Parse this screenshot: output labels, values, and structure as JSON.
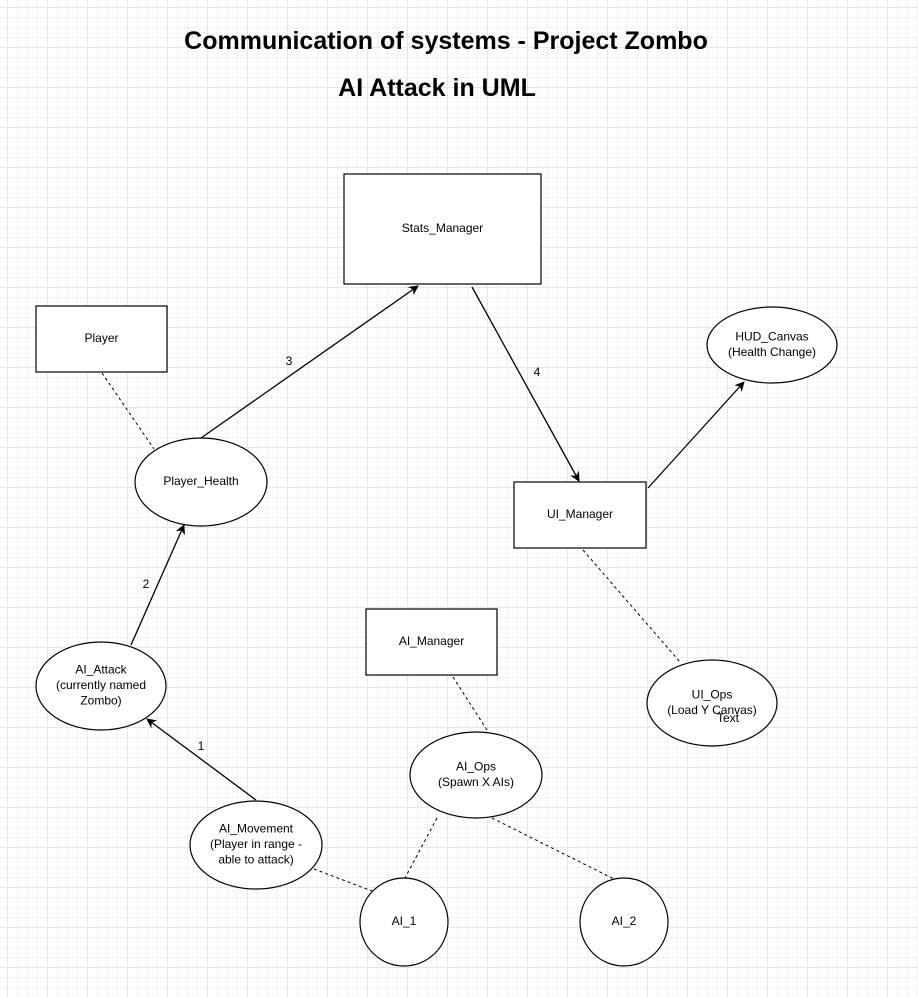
{
  "titles": {
    "main": "Communication of systems - Project Zombo",
    "sub": "AI Attack in UML"
  },
  "nodes": {
    "stats_manager": {
      "shape": "rectangle",
      "lines": [
        "Stats_Manager"
      ]
    },
    "player": {
      "shape": "rectangle",
      "lines": [
        "Player"
      ]
    },
    "ui_manager": {
      "shape": "rectangle",
      "lines": [
        "UI_Manager"
      ]
    },
    "ai_manager": {
      "shape": "rectangle",
      "lines": [
        "AI_Manager"
      ]
    },
    "hud_canvas": {
      "shape": "ellipse",
      "lines": [
        "HUD_Canvas",
        "(Health Change)"
      ]
    },
    "player_health": {
      "shape": "ellipse",
      "lines": [
        "Player_Health"
      ]
    },
    "ai_attack": {
      "shape": "ellipse",
      "lines": [
        "AI_Attack",
        "(currently named",
        "Zombo)"
      ]
    },
    "ui_ops": {
      "shape": "ellipse",
      "lines": [
        "UI_Ops",
        "(Load Y Canvas)"
      ],
      "overlay_text": "Text"
    },
    "ai_ops": {
      "shape": "ellipse",
      "lines": [
        "AI_Ops",
        "(Spawn X AIs)"
      ]
    },
    "ai_movement": {
      "shape": "ellipse",
      "lines": [
        "AI_Movement",
        "(Player in range -",
        "able to attack)"
      ]
    },
    "ai_1": {
      "shape": "ellipse",
      "lines": [
        "AI_1"
      ]
    },
    "ai_2": {
      "shape": "ellipse",
      "lines": [
        "AI_2"
      ]
    }
  },
  "edges": [
    {
      "from": "ai_movement",
      "to": "ai_attack",
      "style": "arrow",
      "label": "1"
    },
    {
      "from": "ai_attack",
      "to": "player_health",
      "style": "arrow",
      "label": "2"
    },
    {
      "from": "player_health",
      "to": "stats_manager",
      "style": "arrow",
      "label": "3"
    },
    {
      "from": "stats_manager",
      "to": "ui_manager",
      "style": "arrow",
      "label": "4"
    },
    {
      "from": "ui_manager",
      "to": "hud_canvas",
      "style": "arrow",
      "label": ""
    },
    {
      "from": "player",
      "to": "player_health",
      "style": "dashed",
      "label": ""
    },
    {
      "from": "ui_manager",
      "to": "ui_ops",
      "style": "dashed",
      "label": ""
    },
    {
      "from": "ai_manager",
      "to": "ai_ops",
      "style": "dashed",
      "label": ""
    },
    {
      "from": "ai_ops",
      "to": "ai_1",
      "style": "dashed",
      "label": ""
    },
    {
      "from": "ai_ops",
      "to": "ai_2",
      "style": "dashed",
      "label": ""
    },
    {
      "from": "ai_movement",
      "to": "ai_1",
      "style": "dashed",
      "label": ""
    }
  ],
  "colors": {
    "stroke": "#000000",
    "fill": "#ffffff",
    "grid": "#e6e6e6"
  }
}
